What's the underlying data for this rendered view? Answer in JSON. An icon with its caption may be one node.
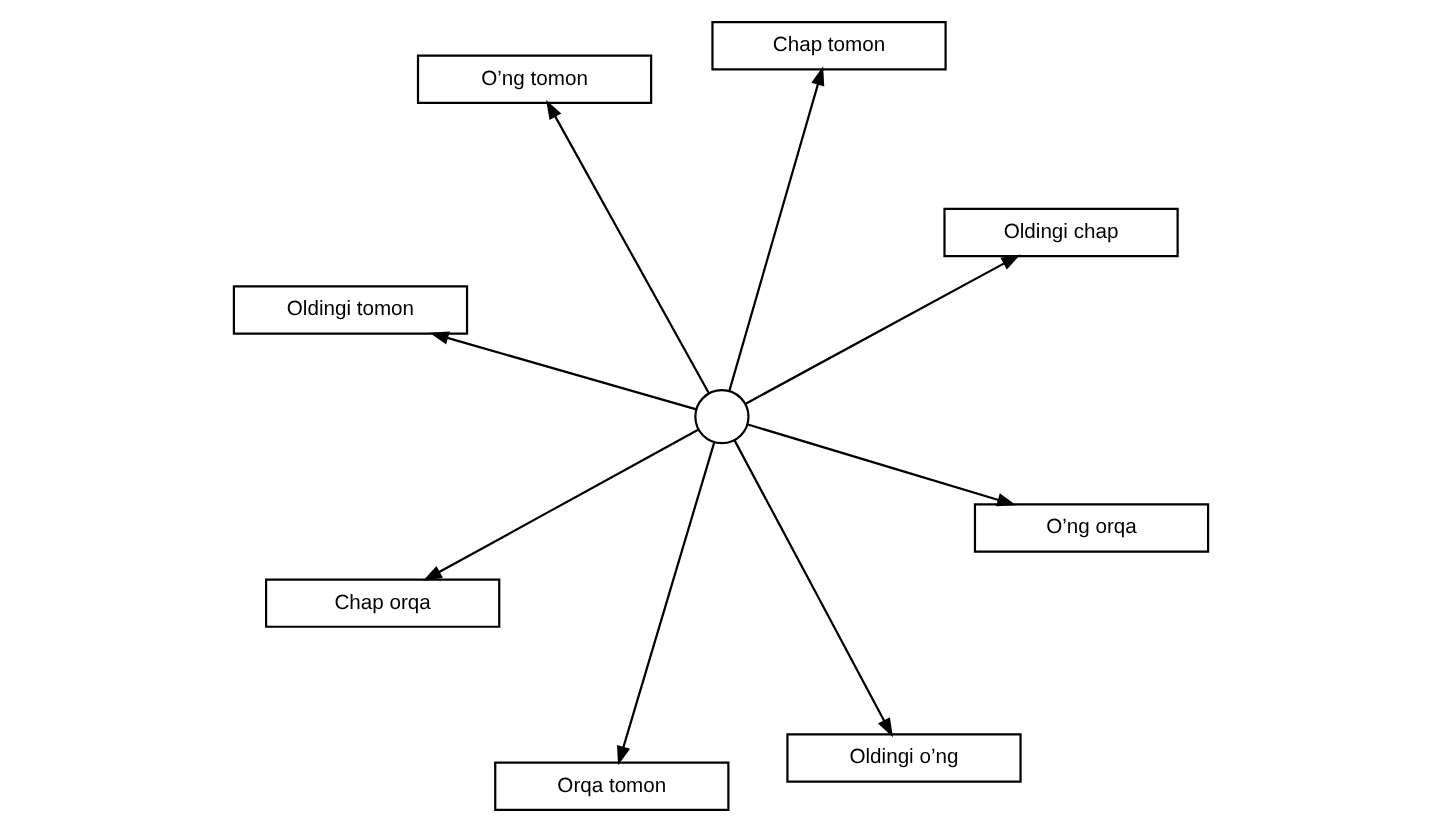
{
  "diagram": {
    "nodes": [
      {
        "text": [
          "Oldingi tomon"
        ]
      },
      {
        "text": [
          "Oldingi chap"
        ]
      },
      {
        "text": [
          "Oldingi o’ng"
        ]
      },
      {
        "text": [
          "Chap tomon"
        ]
      },
      {
        "text": [],
        "shape": "circle"
      },
      {
        "text": [
          "O’ng tomon"
        ]
      },
      {
        "text": [
          "Chap orqa"
        ]
      },
      {
        "text": [
          "O’ng orqa"
        ]
      },
      {
        "text": [
          "Orqa tomon"
        ]
      }
    ],
    "edges": [
      {
        "from": 4,
        "to": 0,
        "arrow": "to"
      },
      {
        "from": 4,
        "to": 1,
        "arrow": "to"
      },
      {
        "from": 4,
        "to": 2,
        "arrow": "to"
      },
      {
        "from": 4,
        "to": 3,
        "arrow": "to"
      },
      {
        "from": 4,
        "to": 5,
        "arrow": "to"
      },
      {
        "from": 4,
        "to": 6,
        "arrow": "to"
      },
      {
        "from": 4,
        "to": 7,
        "arrow": "to"
      },
      {
        "from": 4,
        "to": 8,
        "arrow": "to"
      }
    ]
  }
}
